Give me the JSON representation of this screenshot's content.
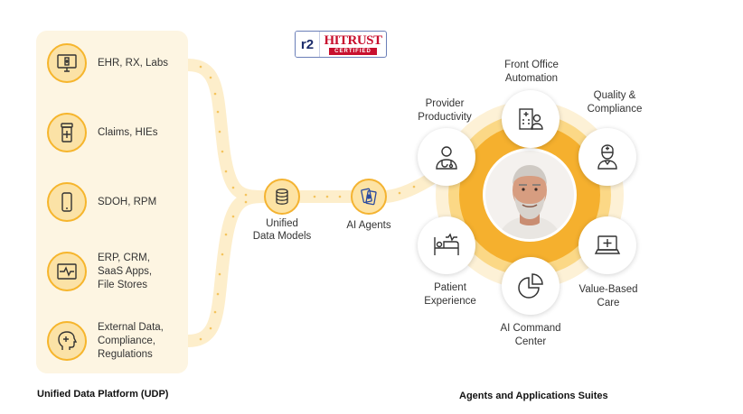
{
  "badge": {
    "prefix": "r2",
    "brand": "HITRUST",
    "subtitle": "CERTIFIED"
  },
  "sources": [
    {
      "label": "EHR, RX, Labs",
      "icon": "monitor-medical-icon"
    },
    {
      "label": "Claims, HIEs",
      "icon": "pill-bottle-icon"
    },
    {
      "label": "SDOH, RPM",
      "icon": "smartphone-icon"
    },
    {
      "label": "ERP, CRM,\nSaaS Apps,\nFile Stores",
      "icon": "pulse-monitor-icon"
    },
    {
      "label": "External Data,\nCompliance,\nRegulations",
      "icon": "head-plus-icon"
    }
  ],
  "nodes": {
    "data_models": {
      "label": "Unified\nData Models",
      "icon": "database-icon"
    },
    "ai_agents": {
      "label": "AI Agents",
      "icon": "ai-agents-icon"
    }
  },
  "suites": [
    {
      "label": "Front Office\nAutomation",
      "icon": "hospital-staff-icon"
    },
    {
      "label": "Quality &\nCompliance",
      "icon": "nurse-icon"
    },
    {
      "label": "Value-Based\nCare",
      "icon": "laptop-plus-icon"
    },
    {
      "label": "AI Command\nCenter",
      "icon": "pie-chart-icon"
    },
    {
      "label": "Patient\nExperience",
      "icon": "hospital-bed-icon"
    },
    {
      "label": "Provider\nProductivity",
      "icon": "doctor-icon"
    }
  ],
  "captions": {
    "left": "Unified Data Platform (UDP)",
    "right": "Agents and Applications Suites"
  },
  "colors": {
    "accent": "#f5b02e",
    "accent_light": "#fde3a4",
    "ring_outer": "#fdeecb",
    "ring_mid": "#fbd783",
    "panel": "#fdf5e2",
    "hitrust_red": "#c8102e",
    "navy": "#1c2c6b"
  }
}
